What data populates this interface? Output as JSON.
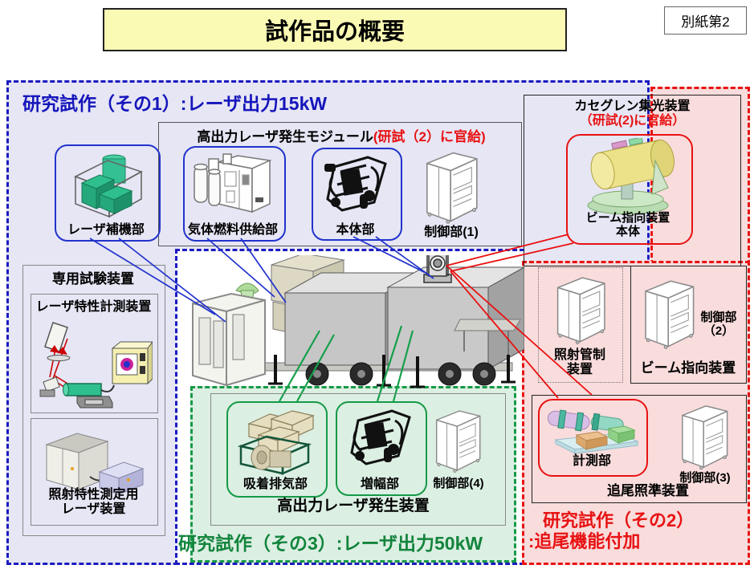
{
  "header": {
    "title": "試作品の概要",
    "ref": "別紙第2"
  },
  "zone1": {
    "title": "研究試作（その1）:レーザ出力15kW",
    "module": {
      "title": "高出力レーザ発生モジュール",
      "supply_note": "(研試（2）に官給)",
      "laser_aux": "レーザ補機部",
      "gas_fuel": "気体燃料供給部",
      "main_unit": "本体部",
      "control1": "制御部(1)"
    },
    "cassegrain": {
      "title": "カセグレン集光装置",
      "supply_note": "（研試(2)に官給）",
      "beam_body_line1": "ビーム指向装置",
      "beam_body_line2": "本体"
    },
    "test": {
      "title": "専用試験装置",
      "laser_meas": "レーザ特性計測装置",
      "irr_line1": "照射特性測定用",
      "irr_line2": "レーザ装置"
    }
  },
  "zone2": {
    "title_line1": "研究試作（その2）",
    "title_line2": ":追尾機能付加",
    "irr_control_line1": "照射管制",
    "irr_control_line2": "装置",
    "control2_line1": "制御部",
    "control2_line2": "（2）",
    "beam_label": "ビーム指向装置",
    "measurement": "計測部",
    "control3": "制御部(3)",
    "tracking_label": "追尾照準装置"
  },
  "zone3": {
    "title": "研究試作（その3）:レーザ出力50kW",
    "adsorption": "吸着排気部",
    "amplifier": "増幅部",
    "control4": "制御部(4)",
    "device_label": "高出力レーザ発生装置"
  },
  "colors": {
    "blue_accent": "#1b1bc0",
    "red_accent": "#e81212",
    "green_accent": "#149a46",
    "banner_bg": "#fafab4",
    "blue_zone_bg": "#e6e6f5",
    "red_zone_bg": "#f9dcdc",
    "green_zone_bg": "#dcefe3"
  }
}
